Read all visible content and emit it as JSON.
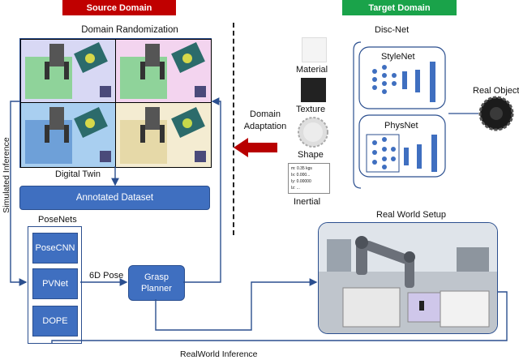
{
  "banners": {
    "source": {
      "label": "Source Domain",
      "color": "#c00000"
    },
    "target": {
      "label": "Target Domain",
      "color": "#1aa34a"
    }
  },
  "source": {
    "domain_randomization": "Domain Randomization",
    "panel_colors": [
      "#d8d8f4",
      "#f3d4ef",
      "#a9cff0",
      "#f4ecd2"
    ],
    "digital_twin": "Digital Twin",
    "annotated_dataset": "Annotated Dataset",
    "simulated_inference": "Simulated Inference",
    "posenets": {
      "title": "PoseNets",
      "items": [
        "PoseCNN",
        "PVNet",
        "DOPE"
      ]
    },
    "pose_6d": "6D Pose",
    "grasp_planner": "Grasp\nPlanner",
    "realworld_inference": "RealWorld Inference"
  },
  "middle": {
    "domain_adaptation": "Domain\nAdaptation",
    "arrow_color": "#b80000"
  },
  "target": {
    "properties": [
      "Material",
      "Texture",
      "Shape",
      "Inertial"
    ],
    "inertial_card": [
      "m: 0.35 kgs",
      "Ix: 0.000...",
      "Iy: 0.00000",
      "Iz: ..."
    ],
    "disc_net": "Disc-Net",
    "stylenet": "StyleNet",
    "physnet": "PhysNet",
    "real_object": "Real Object",
    "real_world_setup": "Real World Setup"
  }
}
